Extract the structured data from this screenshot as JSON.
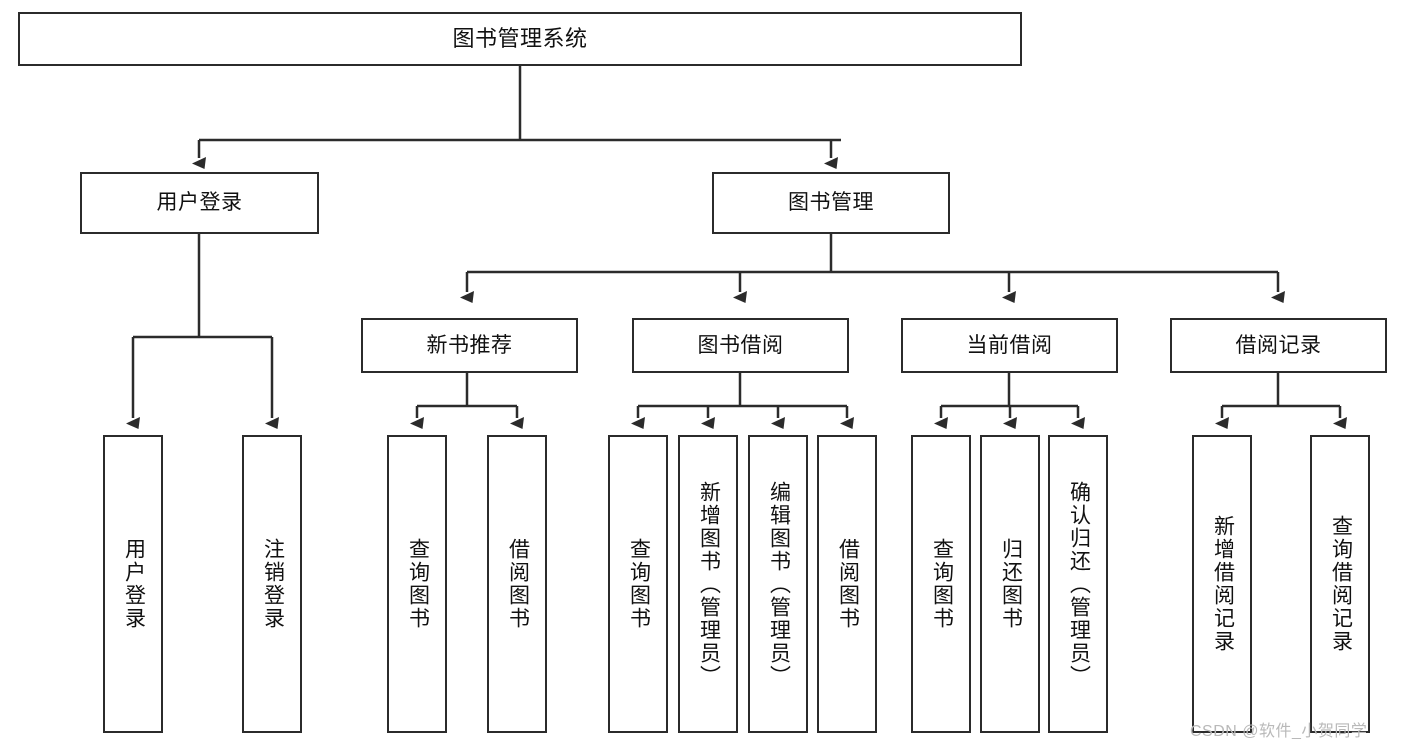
{
  "diagram": {
    "type": "tree",
    "title": "图书管理系统",
    "root": {
      "label": "图书管理系统"
    },
    "level2": [
      {
        "label": "用户登录"
      },
      {
        "label": "图书管理"
      }
    ],
    "level3": [
      {
        "label": "新书推荐"
      },
      {
        "label": "图书借阅"
      },
      {
        "label": "当前借阅"
      },
      {
        "label": "借阅记录"
      }
    ],
    "leaves": {
      "user_login": [
        {
          "label": "用户登录"
        },
        {
          "label": "注销登录"
        }
      ],
      "new_book_recommend": [
        {
          "label": "查询图书"
        },
        {
          "label": "借阅图书"
        }
      ],
      "book_borrow": [
        {
          "label": "查询图书"
        },
        {
          "label": "新增图书（管理员）"
        },
        {
          "label": "编辑图书（管理员）"
        },
        {
          "label": "借阅图书"
        }
      ],
      "current_borrow": [
        {
          "label": "查询图书"
        },
        {
          "label": "归还图书"
        },
        {
          "label": "确认归还（管理员）"
        }
      ],
      "borrow_record": [
        {
          "label": "新增借阅记录"
        },
        {
          "label": "查询借阅记录"
        }
      ]
    }
  },
  "watermark": {
    "text": "CSDN @软件_小贺同学"
  },
  "colors": {
    "stroke": "#2b2b2b",
    "background": "#ffffff",
    "text": "#111111",
    "watermark": "#b9b9b9"
  }
}
